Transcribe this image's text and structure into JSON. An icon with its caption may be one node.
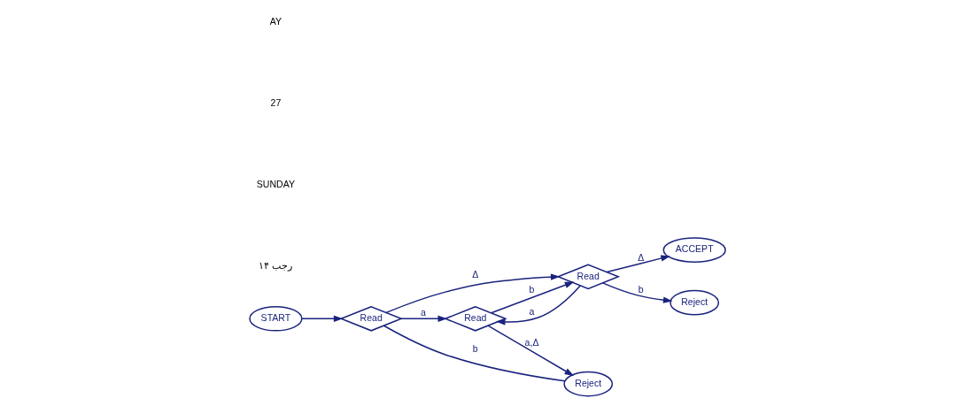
{
  "diagram": {
    "nodes": [
      {
        "text": [
          "START"
        ]
      },
      {
        "text": [
          "Read"
        ]
      },
      {
        "text": [
          "Read"
        ]
      },
      {
        "text": [
          "Read"
        ]
      },
      {
        "text": [
          "ACCEPT"
        ]
      },
      {
        "text": [
          "Reject"
        ]
      },
      {
        "text": [
          "Reject"
        ]
      }
    ],
    "edges": [
      {
        "from": 0,
        "to": 1,
        "arrow": "to"
      },
      {
        "from": 1,
        "to": 3,
        "label": "Δ",
        "arrow": "to"
      },
      {
        "from": 1,
        "to": 2,
        "label": "a",
        "arrow": "to"
      },
      {
        "from": 2,
        "to": 3,
        "label": "b",
        "arrow": "to"
      },
      {
        "from": 3,
        "to": 4,
        "label": "Δ",
        "arrow": "to"
      },
      {
        "from": 3,
        "to": 2,
        "label": "a",
        "arrow": "to"
      },
      {
        "from": 3,
        "to": 6,
        "label": "b",
        "arrow": "to"
      },
      {
        "from": 1,
        "to": 5,
        "label": "b",
        "arrow": "none"
      },
      {
        "from": 2,
        "to": 5,
        "label": "a,Δ",
        "arrow": "to"
      }
    ],
    "labels": [
      "AY",
      "27",
      "SUNDAY",
      "۱۴ رجب"
    ]
  }
}
